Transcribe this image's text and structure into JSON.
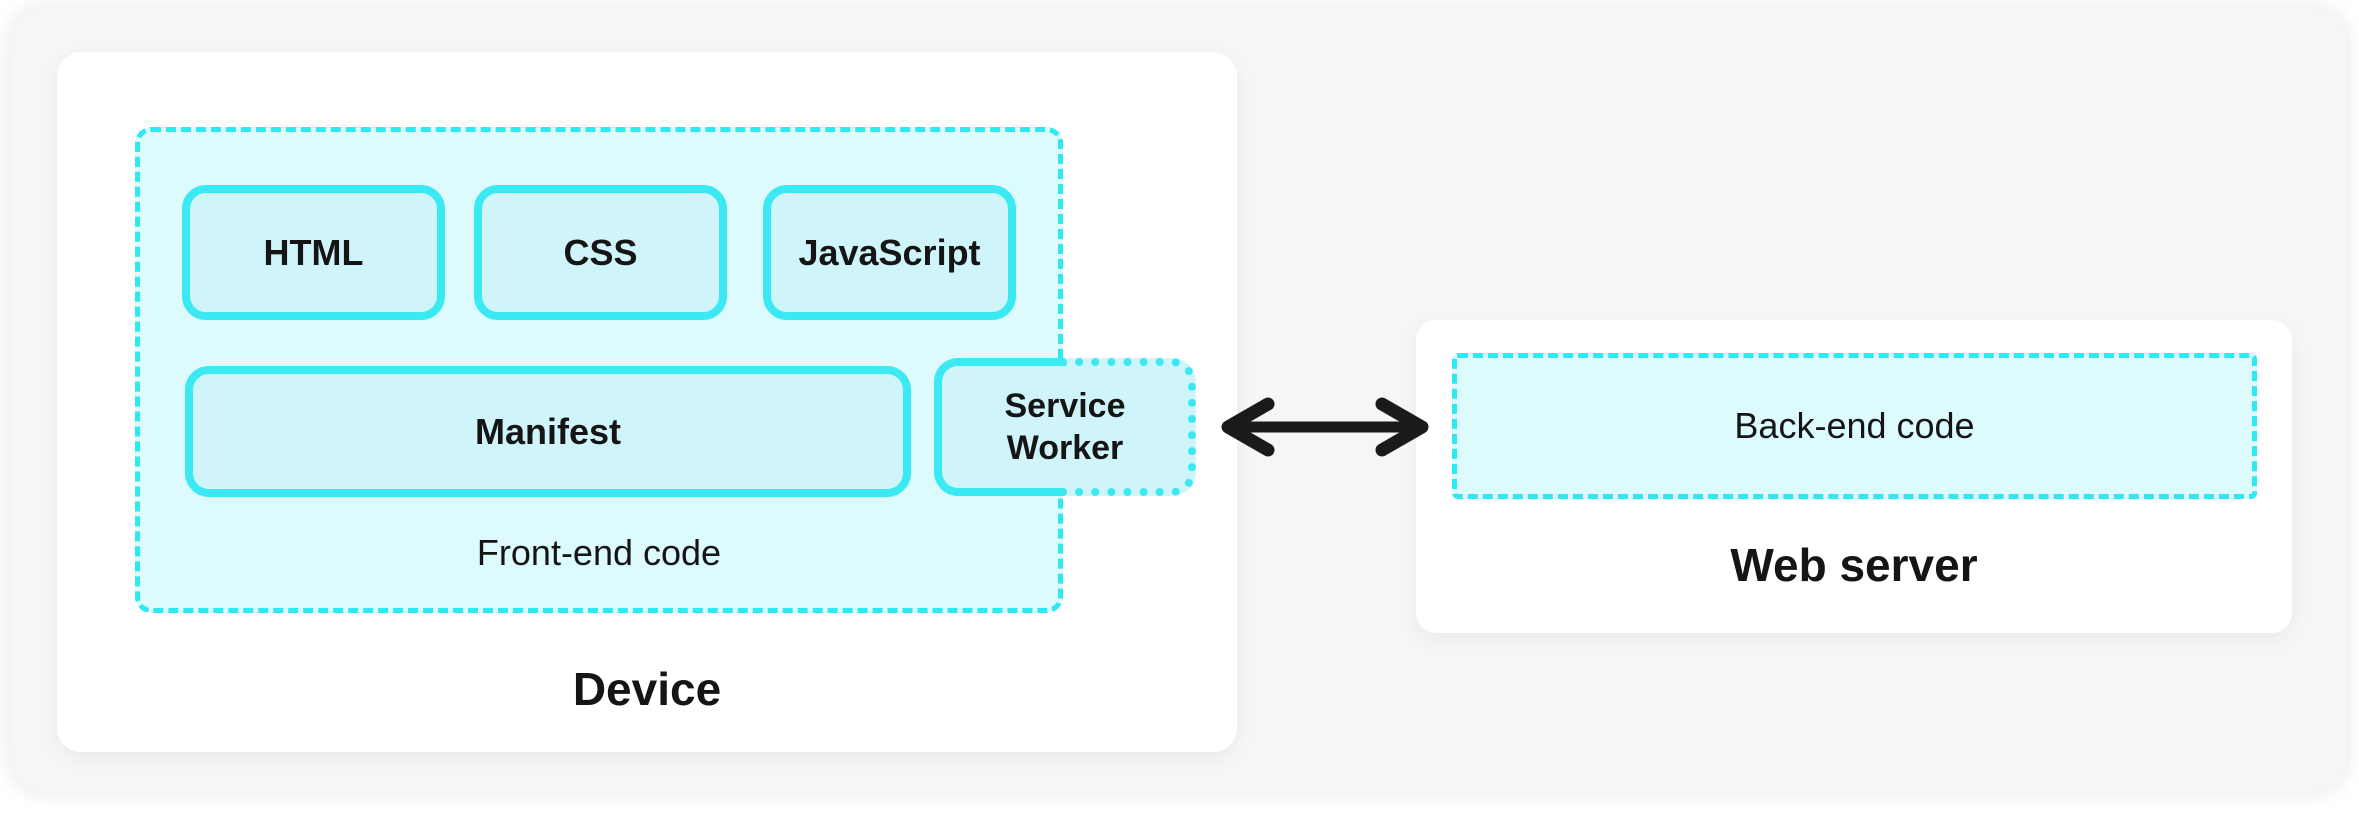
{
  "device_card": {
    "title": "Device",
    "frontend_group": {
      "label": "Front-end code",
      "row1": [
        {
          "label": "HTML"
        },
        {
          "label": "CSS"
        },
        {
          "label": "JavaScript"
        }
      ],
      "manifest": {
        "label": "Manifest"
      },
      "service_worker": {
        "label": "Service Worker"
      }
    }
  },
  "connection": {
    "icon": "double-headed-arrow",
    "color": "#1a1a1a"
  },
  "server_card": {
    "title": "Web server",
    "backend_group": {
      "label": "Back-end code"
    }
  },
  "colors": {
    "accent_cyan": "#3be9f2",
    "dashed_cyan": "#2de9f2",
    "group_fill": "#ddfafd",
    "box_fill": "#cff5fa",
    "card_bg": "#ffffff",
    "canvas_bg": "#f5f6f6",
    "text": "#151515"
  }
}
